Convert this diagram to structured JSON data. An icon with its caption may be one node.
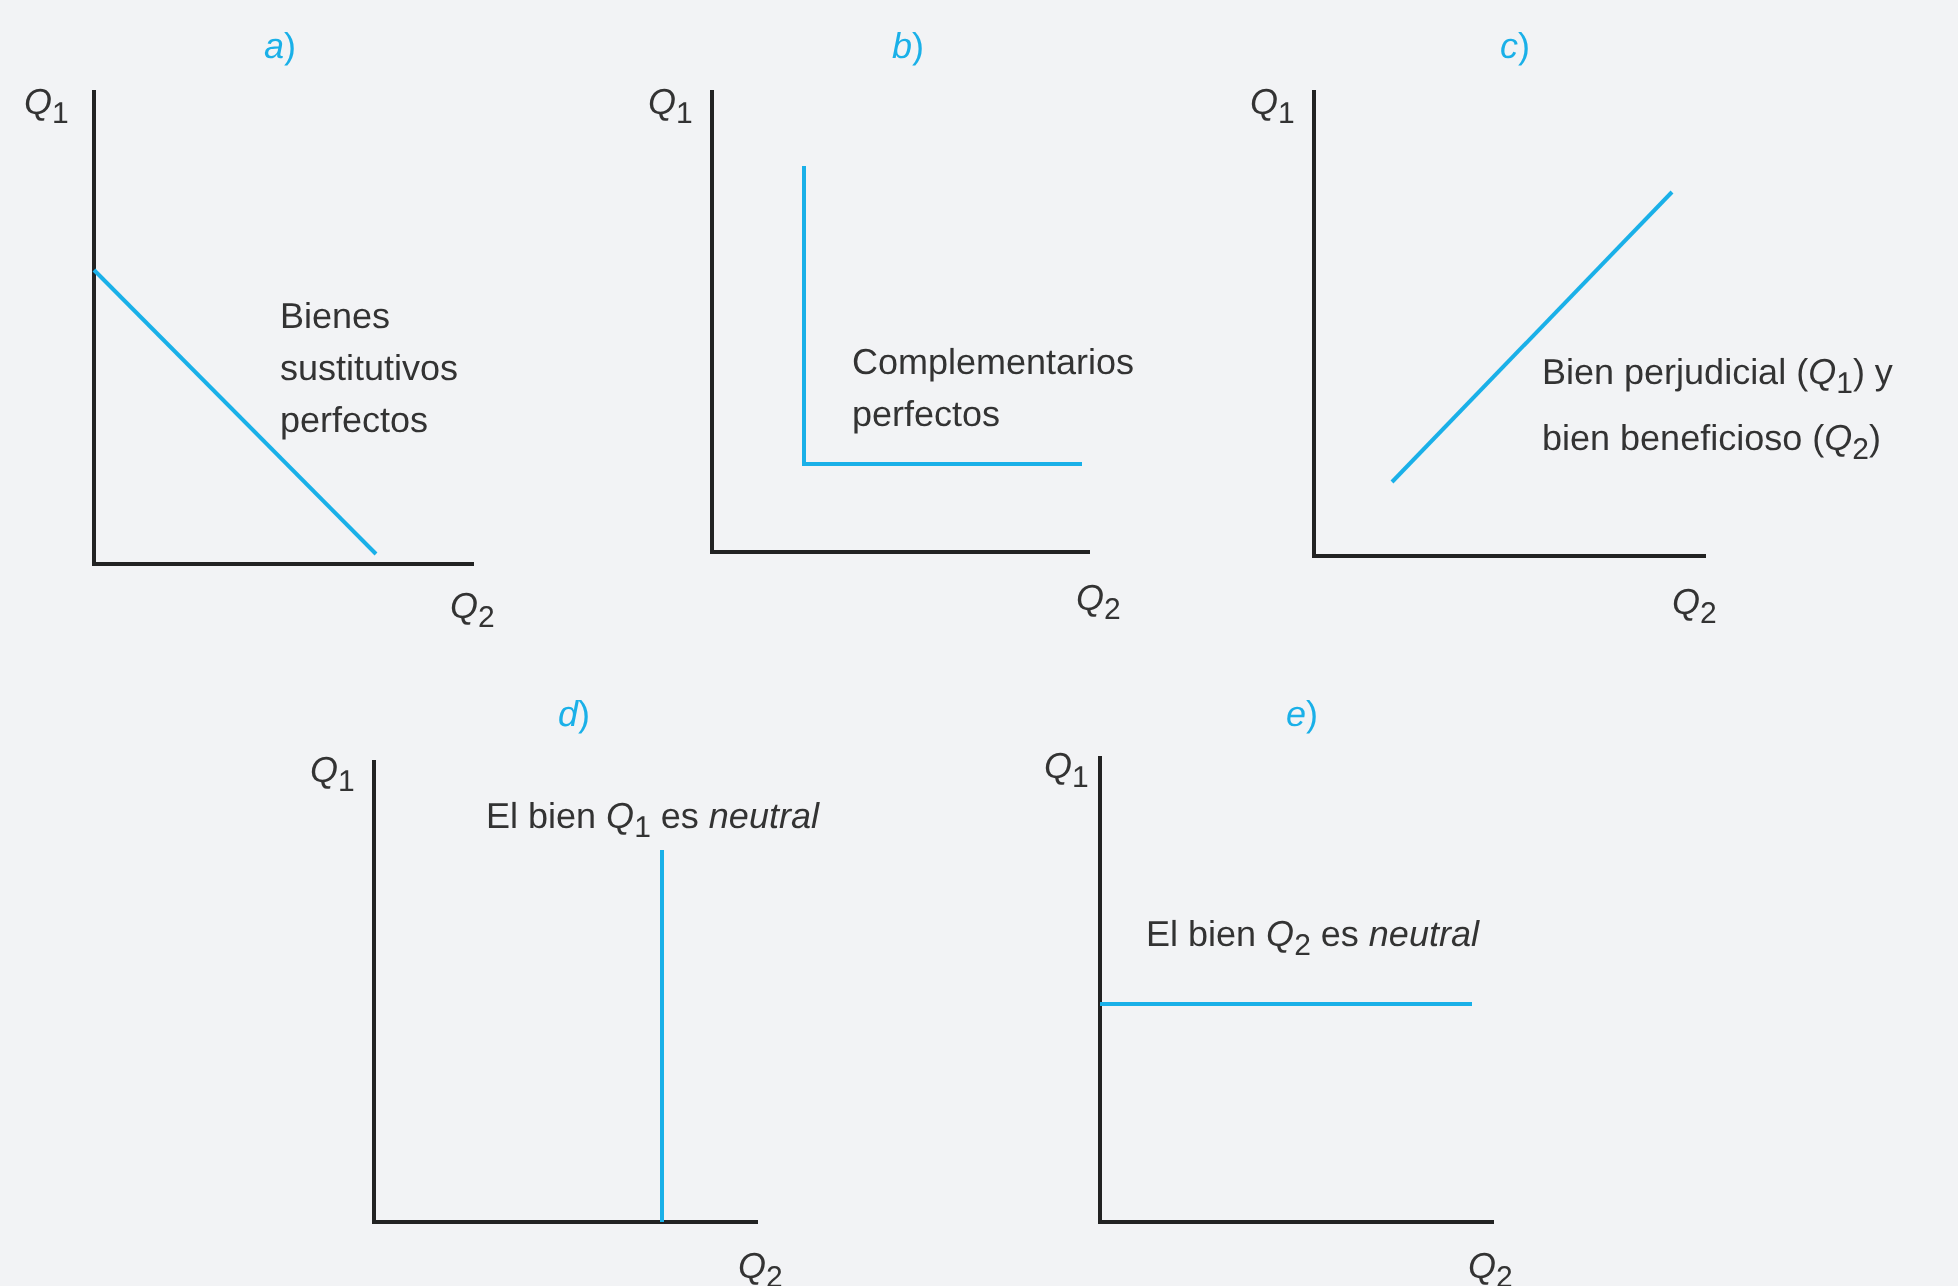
{
  "diagram": {
    "labels": [
      "*a*)",
      "*Q*$_{1}$",
      "Bienes sustitutivos perfectos",
      "*Q*$_{2}$",
      "*b*)",
      "*Q*$_{1}$",
      "Complementarios perfectos",
      "*Q*$_{2}$",
      "*c*)",
      "*Q*$_{1}$",
      "Bien perjudicial (*Q*$_{1}$) y bien beneficioso (*Q*$_{2}$)",
      "*Q*$_{2}$",
      "*d*)",
      "*Q*$_{1}$",
      "El bien *Q*$_{1}$ es *neutral*",
      "*Q*$_{2}$",
      "*e*)",
      "*Q*$_{1}$",
      "El bien *Q*$_{2}$ es *neutral*",
      "*Q*$_{2}$"
    ]
  }
}
